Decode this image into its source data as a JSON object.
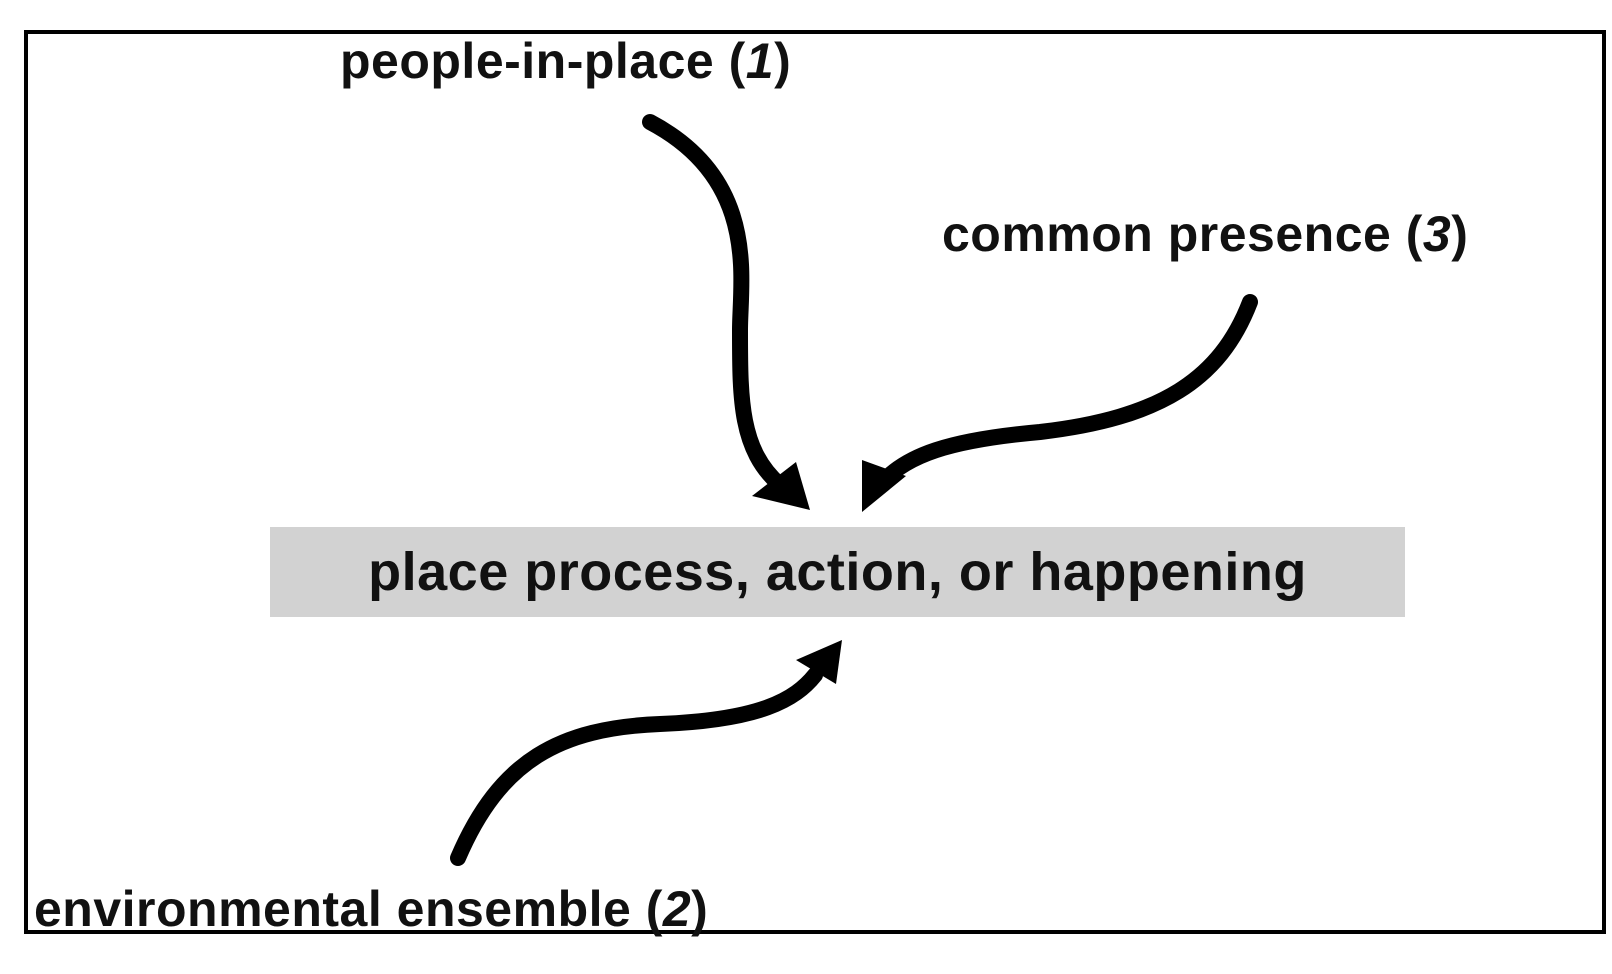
{
  "diagram": {
    "center": "place process, action, or happening",
    "inputs": [
      {
        "text": "people-in-place (",
        "number": "1",
        "close": ")"
      },
      {
        "text": "environmental ensemble (",
        "number": "2",
        "close": ")"
      },
      {
        "text": "common presence (",
        "number": "3",
        "close": ")"
      }
    ]
  }
}
